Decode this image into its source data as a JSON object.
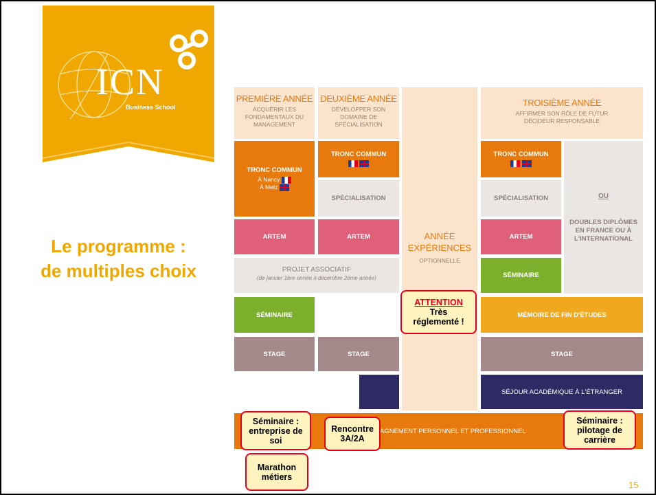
{
  "logo": {
    "text": "ICN",
    "subtitle": "Business School",
    "color": "#F0A800"
  },
  "slide_title": {
    "line1": "Le programme :",
    "line2": "de multiples choix"
  },
  "columns": {
    "year1": {
      "title": "PREMIÈRE ANNÉE",
      "subtitle": "ACQUÉRIR LES FONDAMENTAUX DU MANAGEMENT"
    },
    "year2": {
      "title": "DEUXIÈME ANNÉE",
      "subtitle": "DÉVELOPPER SON DOMAINE DE SPÉCIALISATION"
    },
    "year3": {
      "title": "TROISIÈME ANNÉE",
      "subtitle": "AFFIRMER SON RÔLE DE FUTUR DÉCIDEUR RESPONSABLE"
    }
  },
  "blocks": {
    "y1_tronc_title": "TRONC COMMUN",
    "y1_tronc_nancy": "À Nancy",
    "y1_tronc_metz": "À Metz",
    "y2_tronc": "TRONC COMMUN",
    "y3_tronc": "TRONC COMMUN",
    "y2_spec": "SPÉCIALISATION",
    "y3_spec": "SPÉCIALISATION",
    "ou_label": "OU",
    "doubles": "DOUBLES DIPLÔMES EN FRANCE OU À L'INTERNATIONAL",
    "artem1": "ARTEM",
    "artem2": "ARTEM",
    "artem3": "ARTEM",
    "annee_exp_1": "ANNÉE",
    "annee_exp_2": "EXPÉRIENCES",
    "optionnelle": "OPTIONNELLE",
    "projet_title": "PROJET ASSOCIATIF",
    "projet_sub": "(de janvier 1ère année à décembre 2ème année)",
    "y3_seminaire": "SÉMINAIRE",
    "y1_seminaire": "SÉMINAIRE",
    "memoire": "MÉMOIRE DE FIN D'ÉTUDES",
    "stage1": "STAGE",
    "stage2": "STAGE",
    "stage3": "STAGE",
    "sejour": "SÉJOUR ACADÉMIQUE À L'ÉTRANGER",
    "accompagnement": "AGNEMENT PERSONNEL ET PROFESSIONNEL"
  },
  "callouts": {
    "attention_title": "ATTENTION",
    "attention_body": "Très réglementé !",
    "seminaire_entreprise": "Séminaire : entreprise de soi",
    "rencontre": "Rencontre 3A/2A",
    "seminaire_pilotage": "Séminaire : pilotage de carrière",
    "marathon": "Marathon métiers"
  },
  "page_number": "15",
  "colors": {
    "orange": "#E8790D",
    "gray": "#EAE6E4",
    "pink": "#E0607A",
    "green": "#7CB02C",
    "taupe": "#A5898A",
    "navy": "#2E2A64",
    "gold": "#F0A81E",
    "peach": "#FCE4CC",
    "callout_border": "#E2001A",
    "callout_fill": "#FFF4C0"
  }
}
